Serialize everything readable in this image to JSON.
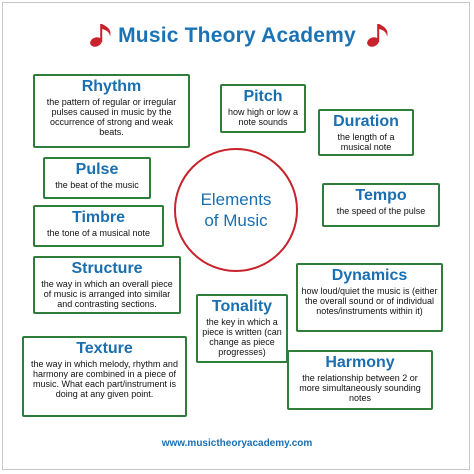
{
  "header": {
    "title": "Music Theory Academy",
    "icon": "music-note-icon",
    "note_color": "#c8232c"
  },
  "center": {
    "line1": "Elements",
    "line2": "of Music",
    "border_color": "#c8232c"
  },
  "elements": {
    "rhythm": {
      "title": "Rhythm",
      "desc": "the pattern of regular or irregular pulses caused in music by the occurrence of strong and weak beats."
    },
    "pitch": {
      "title": "Pitch",
      "desc": "how high or low a note sounds"
    },
    "duration": {
      "title": "Duration",
      "desc": "the length of a musical note"
    },
    "pulse": {
      "title": "Pulse",
      "desc": "the beat of the music"
    },
    "tempo": {
      "title": "Tempo",
      "desc": "the speed of the pulse"
    },
    "timbre": {
      "title": "Timbre",
      "desc": "the tone of a musical note"
    },
    "structure": {
      "title": "Structure",
      "desc": "the way in which an overall piece of music is arranged into similar and contrasting sections."
    },
    "dynamics": {
      "title": "Dynamics",
      "desc": "how loud/quiet the music is (either the overall sound or of individual notes/instruments within it)"
    },
    "tonality": {
      "title": "Tonality",
      "desc": "the key in which a piece is written (can change as piece progresses)"
    },
    "texture": {
      "title": "Texture",
      "desc": "the way in which melody, rhythm and harmony are combined in a piece of music. What each part/instrument is doing at any given point."
    },
    "harmony": {
      "title": "Harmony",
      "desc": "the relationship between 2 or more simultaneously sounding notes"
    }
  },
  "colors": {
    "title_blue": "#1a6fb0",
    "border_green": "#2f7d3b"
  },
  "footer": {
    "url": "www.musictheoryacademy.com"
  }
}
